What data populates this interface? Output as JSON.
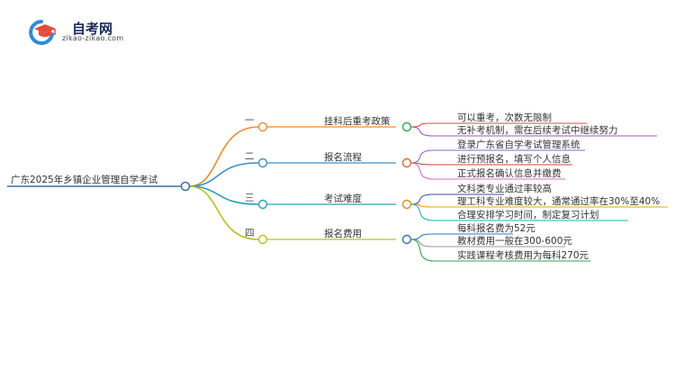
{
  "brand": {
    "name": "自考网",
    "url": "zikao-zikao.com",
    "logo_icon": "graduation-cap-icon",
    "colors": {
      "cap": "#e64a3c",
      "ring": "#2e8bd8",
      "text": "#1a2a5a"
    }
  },
  "root": {
    "label": "广东2025年乡镇企业管理自学考试",
    "color": "#3a6ea8"
  },
  "branches": [
    {
      "index": "一",
      "title": "挂科后重考政策",
      "color": "#f08a2e",
      "sub_color": "#2ea84a",
      "items": [
        {
          "text": "可以重考，次数无限制",
          "color": "#e04a4a"
        },
        {
          "text": "无补考机制，需在后续考试中继续努力",
          "color": "#9a5ac8"
        }
      ]
    },
    {
      "index": "二",
      "title": "报名流程",
      "color": "#3d8fc4",
      "sub_color": "#e06a2a",
      "items": [
        {
          "text": "登录广东省自学考试管理系统",
          "color": "#8a66c8"
        },
        {
          "text": "进行预报名，填写个人信息",
          "color": "#c84a3a"
        },
        {
          "text": "正式报名确认信息并缴费",
          "color": "#e06ab8"
        }
      ]
    },
    {
      "index": "三",
      "title": "考试难度",
      "color": "#2aa0b8",
      "sub_color": "#e08a1a",
      "items": [
        {
          "text": "文科类专业通过率较高",
          "color": "#3a4fa8"
        },
        {
          "text": "理工科专业难度较大，通常通过率在30%至40%",
          "color": "#e8a21a"
        },
        {
          "text": "合理安排学习时间，制定复习计划",
          "color": "#1ab0c8"
        }
      ]
    },
    {
      "index": "四",
      "title": "报名费用",
      "color": "#b8c020",
      "sub_color": "#3a6ea8",
      "items": [
        {
          "text": "每科报名费为52元",
          "color": "#2a7ad0"
        },
        {
          "text": "教材费用一般在300-600元",
          "color": "#9a9a9a"
        },
        {
          "text": "实践课程考核费用为每科270元",
          "color": "#2aa84a"
        }
      ]
    }
  ]
}
